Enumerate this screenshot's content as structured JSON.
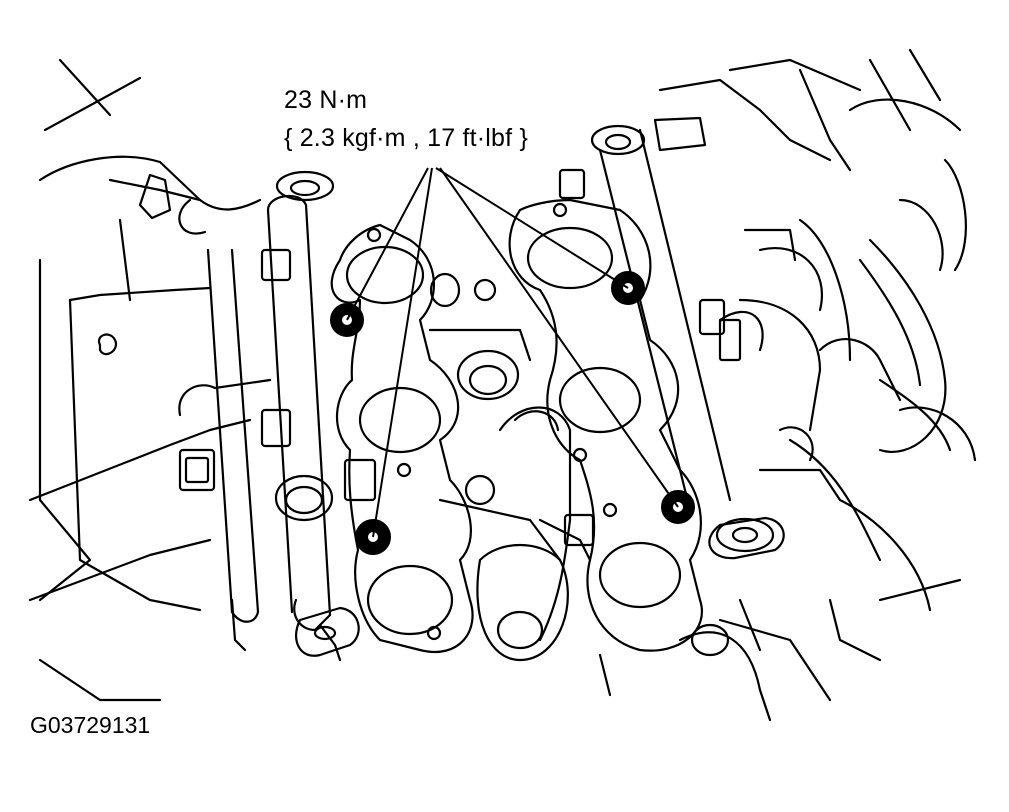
{
  "callout": {
    "torque_nm": "23 N·m",
    "torque_alt": "{ 2.3 kgf·m , 17 ft·lbf }"
  },
  "figure_id": "G03729131",
  "colors": {
    "line": "#000000",
    "background": "#ffffff"
  }
}
